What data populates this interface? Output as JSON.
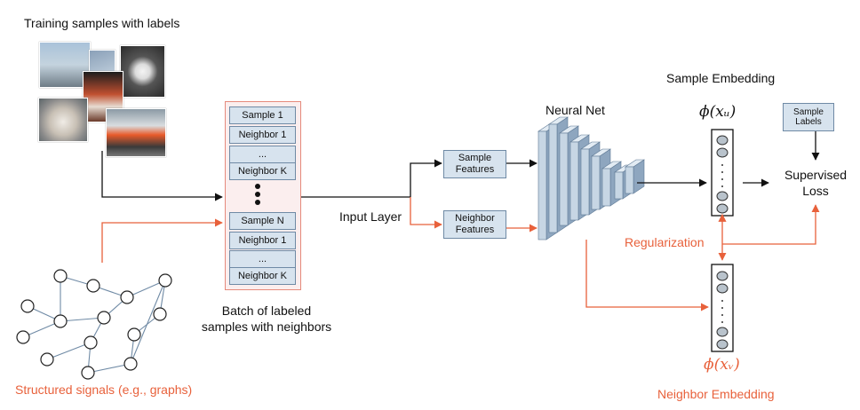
{
  "title_training": "Training samples with labels",
  "batch": {
    "cells": [
      "Sample 1",
      "Neighbor 1",
      "...",
      "Neighbor K",
      "Sample N",
      "Neighbor 1",
      "...",
      "Neighbor K"
    ],
    "caption_line1": "Batch of labeled",
    "caption_line2": "samples with neighbors"
  },
  "input_layer": "Input Layer",
  "sample_features": {
    "line1": "Sample",
    "line2": "Features"
  },
  "neighbor_features": {
    "line1": "Neighbor",
    "line2": "Features"
  },
  "neural_net": "Neural Net",
  "sample_embedding": "Sample Embedding",
  "sample_embedding_math": "ϕ(xᵤ)",
  "neighbor_embedding": "Neighbor Embedding",
  "neighbor_embedding_math": "ϕ(xᵥ)",
  "sample_labels": {
    "line1": "Sample",
    "line2": "Labels"
  },
  "supervised_loss": {
    "line1": "Supervised",
    "line2": "Loss"
  },
  "regularization": "Regularization",
  "structured_signals": "Structured signals (e.g., graphs)",
  "colors": {
    "orange": "#e8613b",
    "box_fill": "#d7e3ee",
    "box_border": "#6f8aa5",
    "net_fill": "#b8c9db"
  }
}
